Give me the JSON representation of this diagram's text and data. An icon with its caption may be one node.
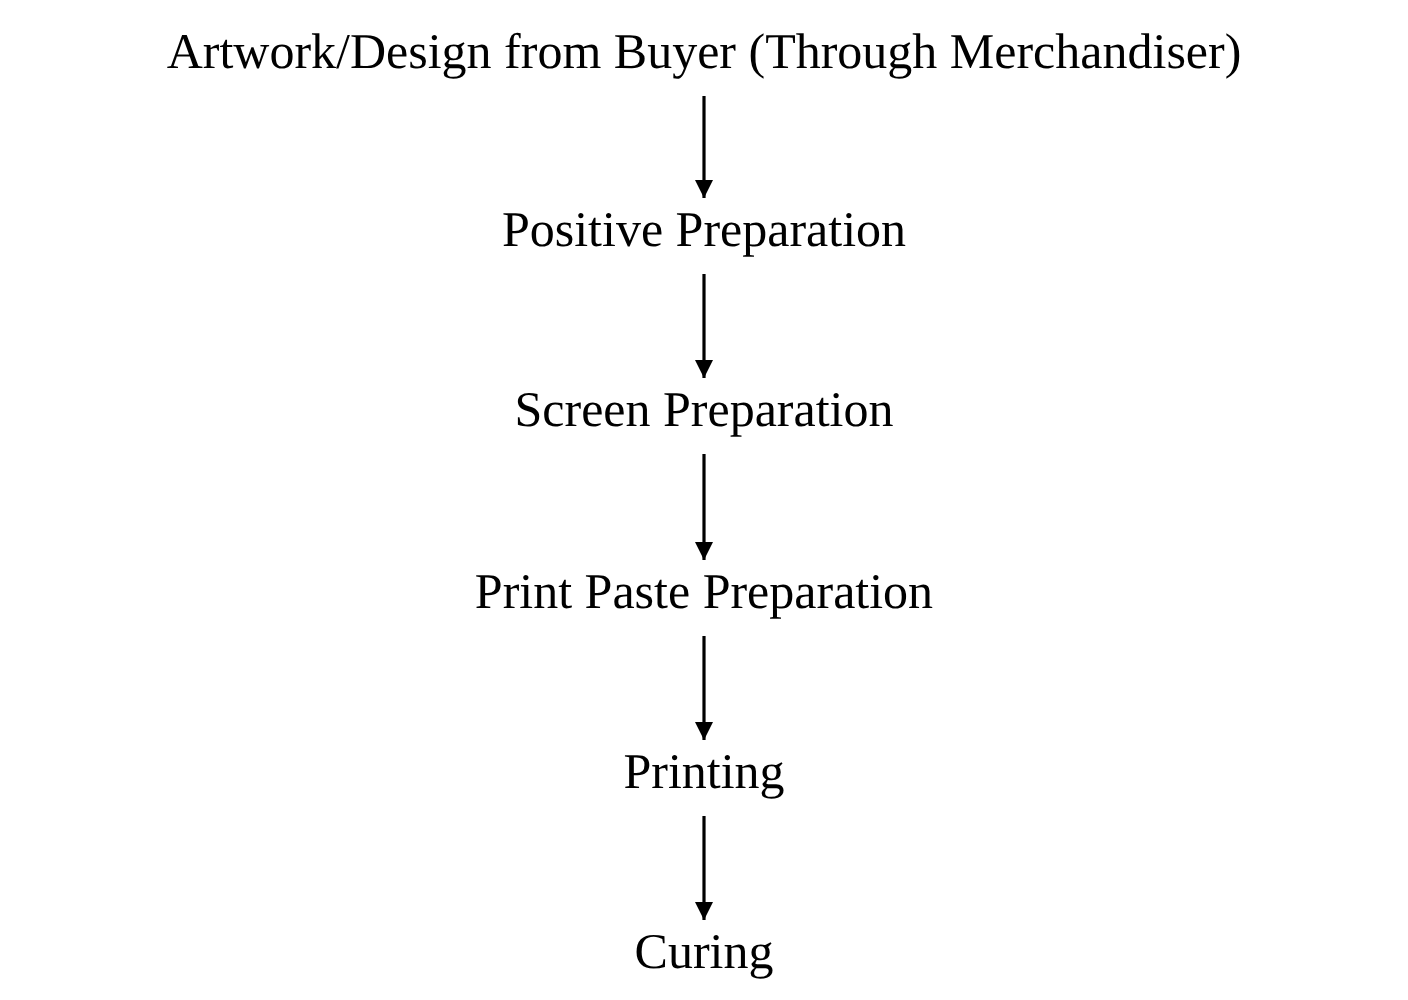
{
  "diagram": {
    "nodes": [
      {
        "text": [
          "Artwork/Design from Buyer (Through Merchandiser)"
        ]
      },
      {
        "text": [
          "Positive Preparation"
        ]
      },
      {
        "text": [
          "Screen Preparation"
        ]
      },
      {
        "text": [
          "Print Paste Preparation"
        ]
      },
      {
        "text": [
          "Printing"
        ]
      },
      {
        "text": [
          "Curing"
        ]
      }
    ],
    "edges": [
      {
        "from": 0,
        "to": 1,
        "arrow": "to"
      },
      {
        "from": 1,
        "to": 2,
        "arrow": "to"
      },
      {
        "from": 2,
        "to": 3,
        "arrow": "to"
      },
      {
        "from": 3,
        "to": 4,
        "arrow": "to"
      },
      {
        "from": 4,
        "to": 5,
        "arrow": "to"
      }
    ]
  }
}
